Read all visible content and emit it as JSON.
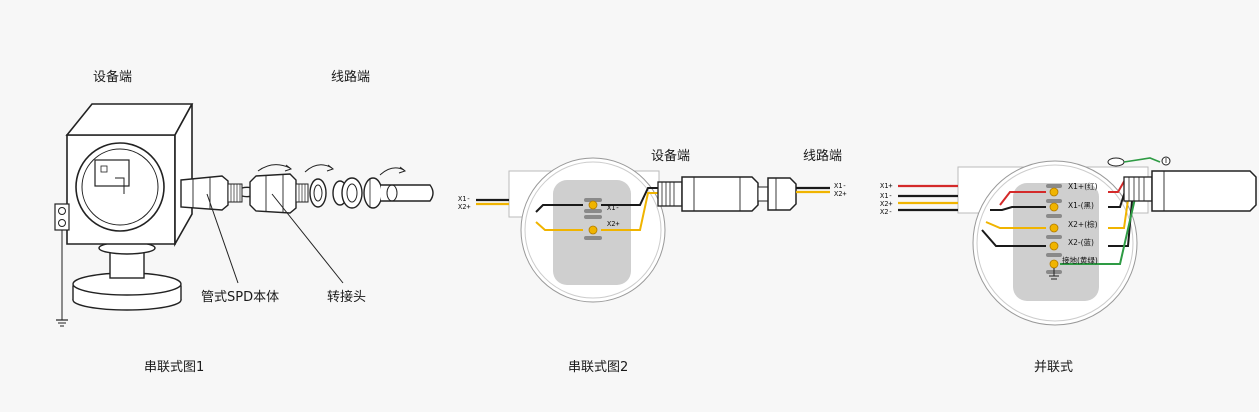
{
  "fig1": {
    "device_end": "设备端",
    "line_end": "线路端",
    "body_label": "管式SPD本体",
    "adapter_label": "转接头",
    "caption": "串联式图1"
  },
  "fig2": {
    "device_end": "设备端",
    "line_end": "线路端",
    "left_x1": "X1-",
    "left_x2": "X2+",
    "inner_x1": "X1-",
    "inner_x2": "X2+",
    "right_x1": "X1-",
    "right_x2": "X2+",
    "caption": "串联式图2"
  },
  "fig3": {
    "wires": [
      "X1+",
      "X1-",
      "X2+",
      "X2-"
    ],
    "inner": [
      "X1+(红)",
      "X1-(黑)",
      "X2+(棕)",
      "X2-(蓝)",
      "接地(黄绿)"
    ],
    "caption": "并联式"
  },
  "colors": {
    "red": "#d42a2a",
    "yellow": "#f0b400",
    "green": "#2e9b44",
    "black": "#1a1a1a",
    "gray": "#c9c9c9"
  }
}
